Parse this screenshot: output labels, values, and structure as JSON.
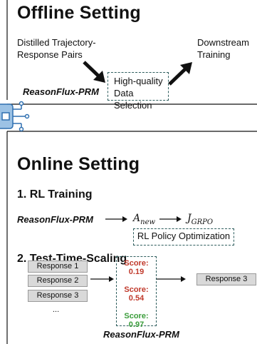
{
  "offline": {
    "title": "Offline Setting",
    "source_line1": "Distilled Trajectory-",
    "source_line2": "Response Pairs",
    "target_line1": "Downstream",
    "target_line2": "Training",
    "selection_line1": "High-quality",
    "selection_line2": "Data Selection",
    "model": "ReasonFlux-PRM"
  },
  "online": {
    "title": "Online Setting",
    "rl": {
      "heading": "1. RL Training",
      "model": "ReasonFlux-PRM",
      "a_base": "A",
      "a_sub": "new",
      "j_base": "J",
      "j_sub": "GRPO",
      "policy_box": "RL Policy Optimization"
    },
    "tts": {
      "heading": "2. Test-Time-Scaling",
      "responses": [
        "Response 1",
        "Response 2",
        "Response 3"
      ],
      "ellipsis": "...",
      "scores": [
        {
          "text": "Score: 0.19",
          "color": "#c0392b"
        },
        {
          "text": "Score: 0.54",
          "color": "#c0392b"
        },
        {
          "text": "Score: 0.97",
          "color": "#3a9d3a"
        }
      ],
      "selected": "Response 3",
      "model": "ReasonFlux-PRM"
    }
  },
  "colors": {
    "accent_blue": "#2e6fb0",
    "dashed_border": "#2f5e5e"
  },
  "icons": [
    "processor-chip-icon"
  ]
}
